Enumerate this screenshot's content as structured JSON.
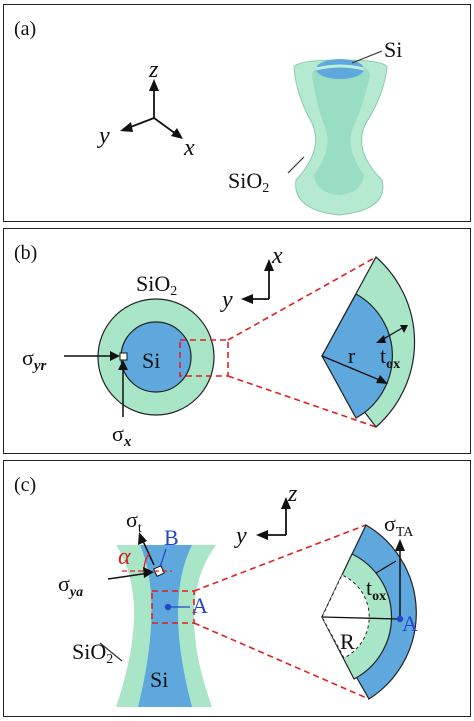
{
  "colors": {
    "si_fill": "#5fa8de",
    "sio2_fill": "#a9e6c8",
    "outline": "#222222",
    "dashed_red": "#e02020",
    "annotation_blue": "#2347c8"
  },
  "panel_a": {
    "label": "(a)",
    "axes": {
      "z": "z",
      "y": "y",
      "x": "x"
    },
    "si_label": "Si",
    "sio2_label": "SiO",
    "sio2_sub": "2"
  },
  "panel_b": {
    "label": "(b)",
    "axes": {
      "x": "x",
      "y": "y"
    },
    "sio2_label": "SiO",
    "sio2_sub": "2",
    "si_label": "Si",
    "sigma": "σ",
    "sigma_yr_sub": "yr",
    "sigma_x_sub": "x",
    "r_label": "r",
    "tox_main": "t",
    "tox_sub": "ox"
  },
  "panel_c": {
    "label": "(c)",
    "axes": {
      "z": "z",
      "y": "y"
    },
    "sigma": "σ",
    "sigma_t_sub": "t",
    "sigma_ya_sub": "ya",
    "alpha": "α",
    "point_b": "B",
    "point_a": "A",
    "sio2_label": "SiO",
    "sio2_sub": "2",
    "si_label": "Si",
    "big_r": "R",
    "tox_main": "t",
    "tox_sub": "ox",
    "sigma_ta_sub": "TA",
    "point_a_zoom": "A"
  }
}
